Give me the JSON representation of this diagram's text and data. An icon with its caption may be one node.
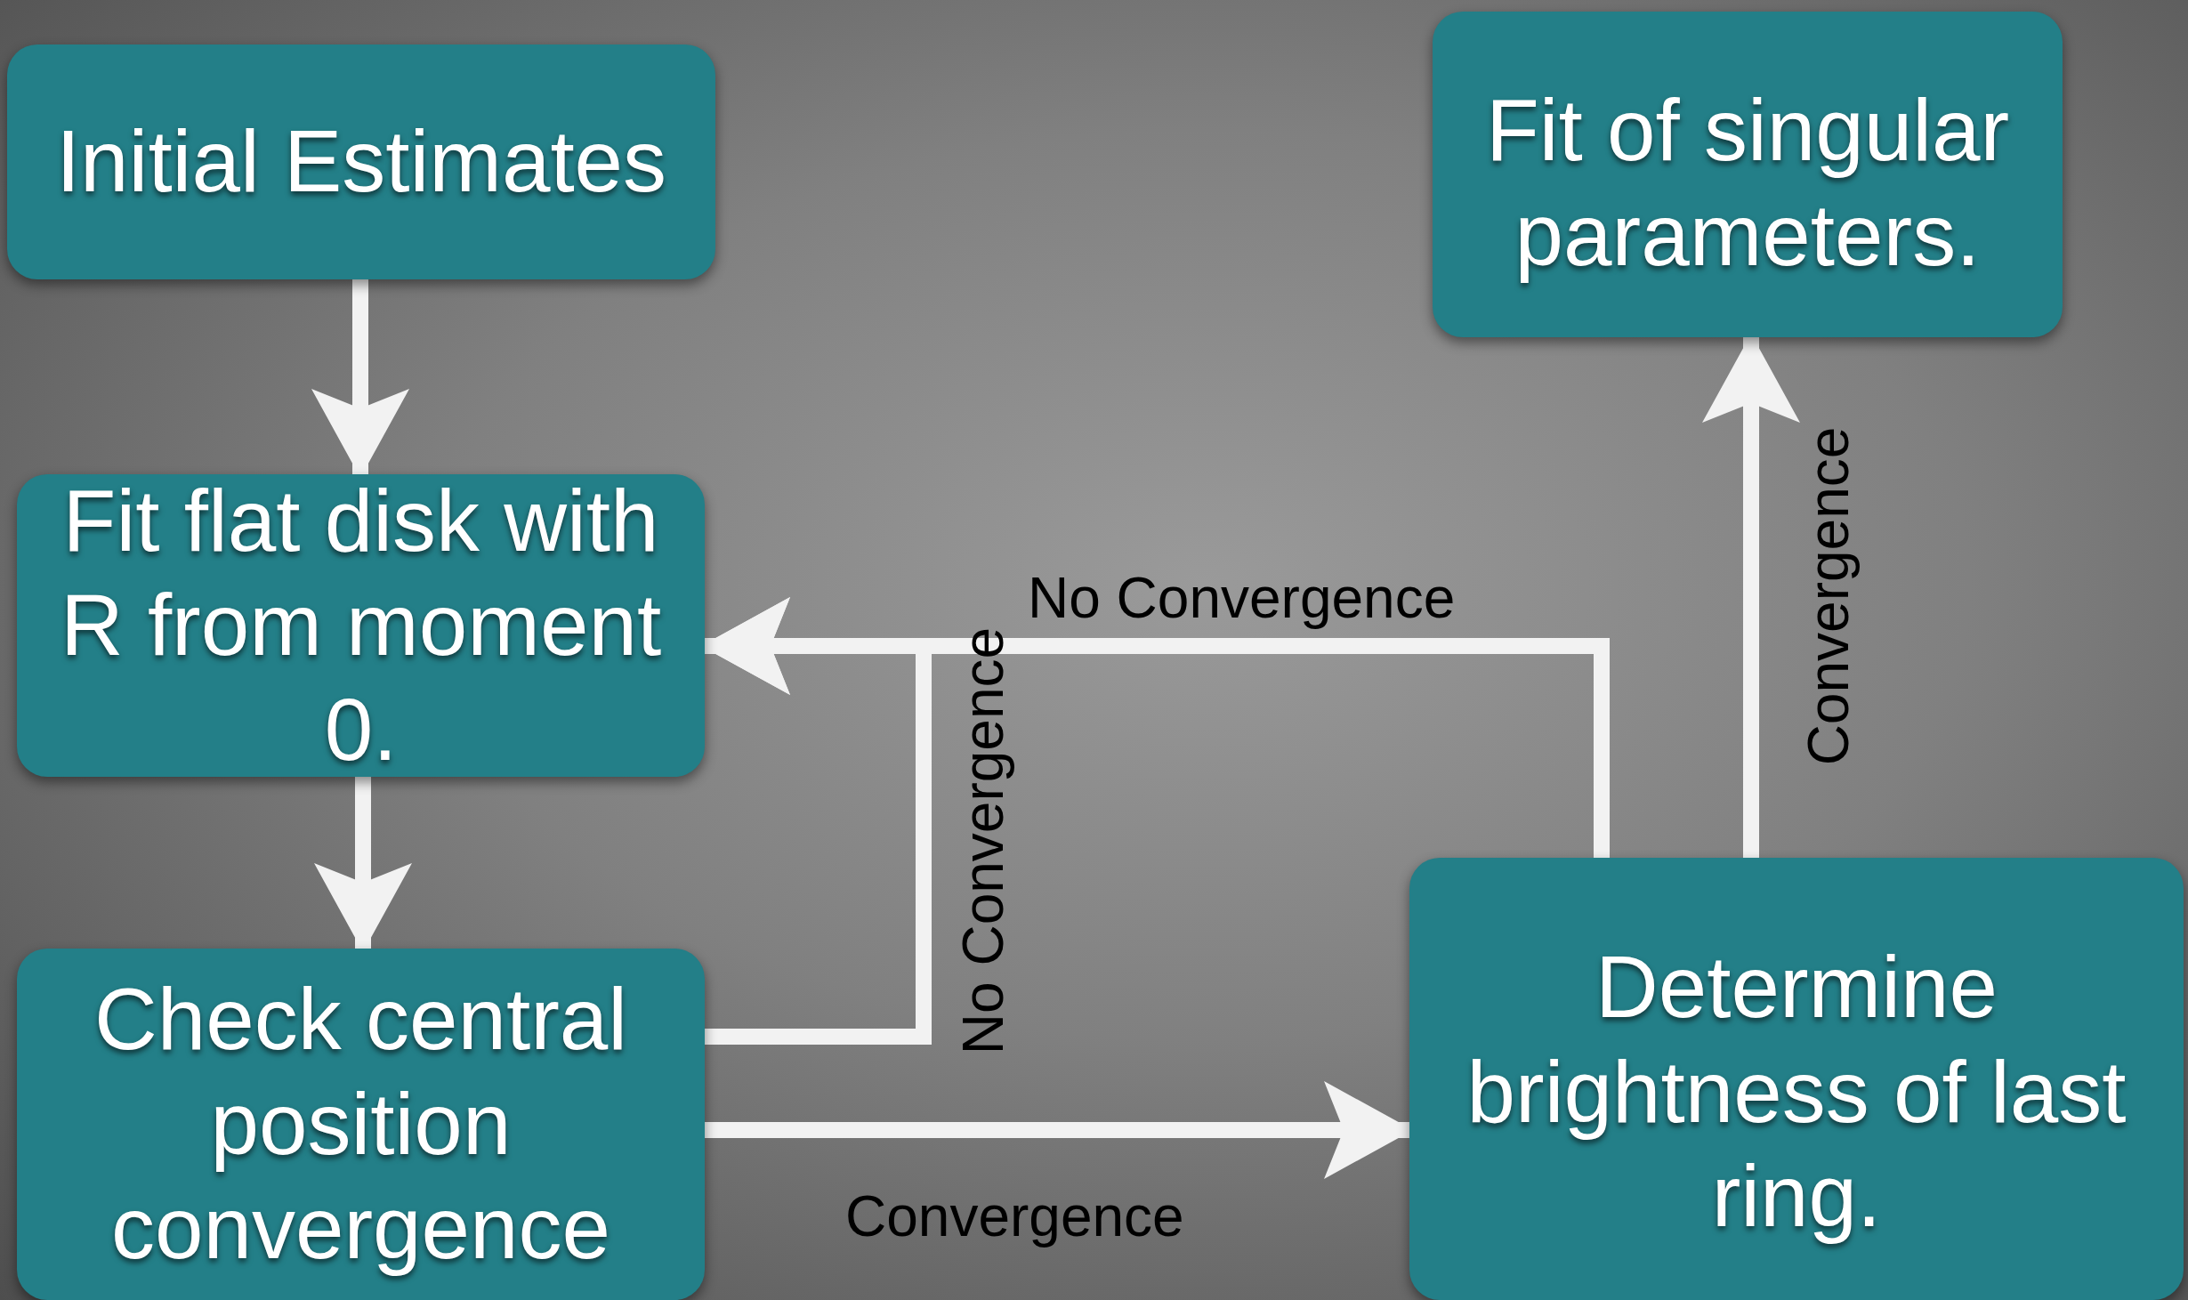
{
  "diagram": {
    "nodes": [
      {
        "text": [
          "Initial Estimates"
        ]
      },
      {
        "text": [
          "Fit flat disk with R from moment 0."
        ]
      },
      {
        "text": [
          "Check central position convergence"
        ]
      },
      {
        "text": [
          "Determine brightness of last ring."
        ]
      },
      {
        "text": [
          "Fit of singular parameters."
        ]
      }
    ],
    "edges": [
      {
        "from": 0,
        "to": 1,
        "arrow": "to"
      },
      {
        "from": 1,
        "to": 2,
        "arrow": "to"
      },
      {
        "from": 2,
        "to": 3,
        "arrow": "to",
        "label": "Convergence"
      },
      {
        "from": 2,
        "to": 1,
        "arrow": "to",
        "label": "No Convergence"
      },
      {
        "from": 3,
        "to": 1,
        "arrow": "to",
        "label": "No Convergence"
      },
      {
        "from": 3,
        "to": 4,
        "arrow": "to",
        "label": "Convergence"
      }
    ]
  }
}
